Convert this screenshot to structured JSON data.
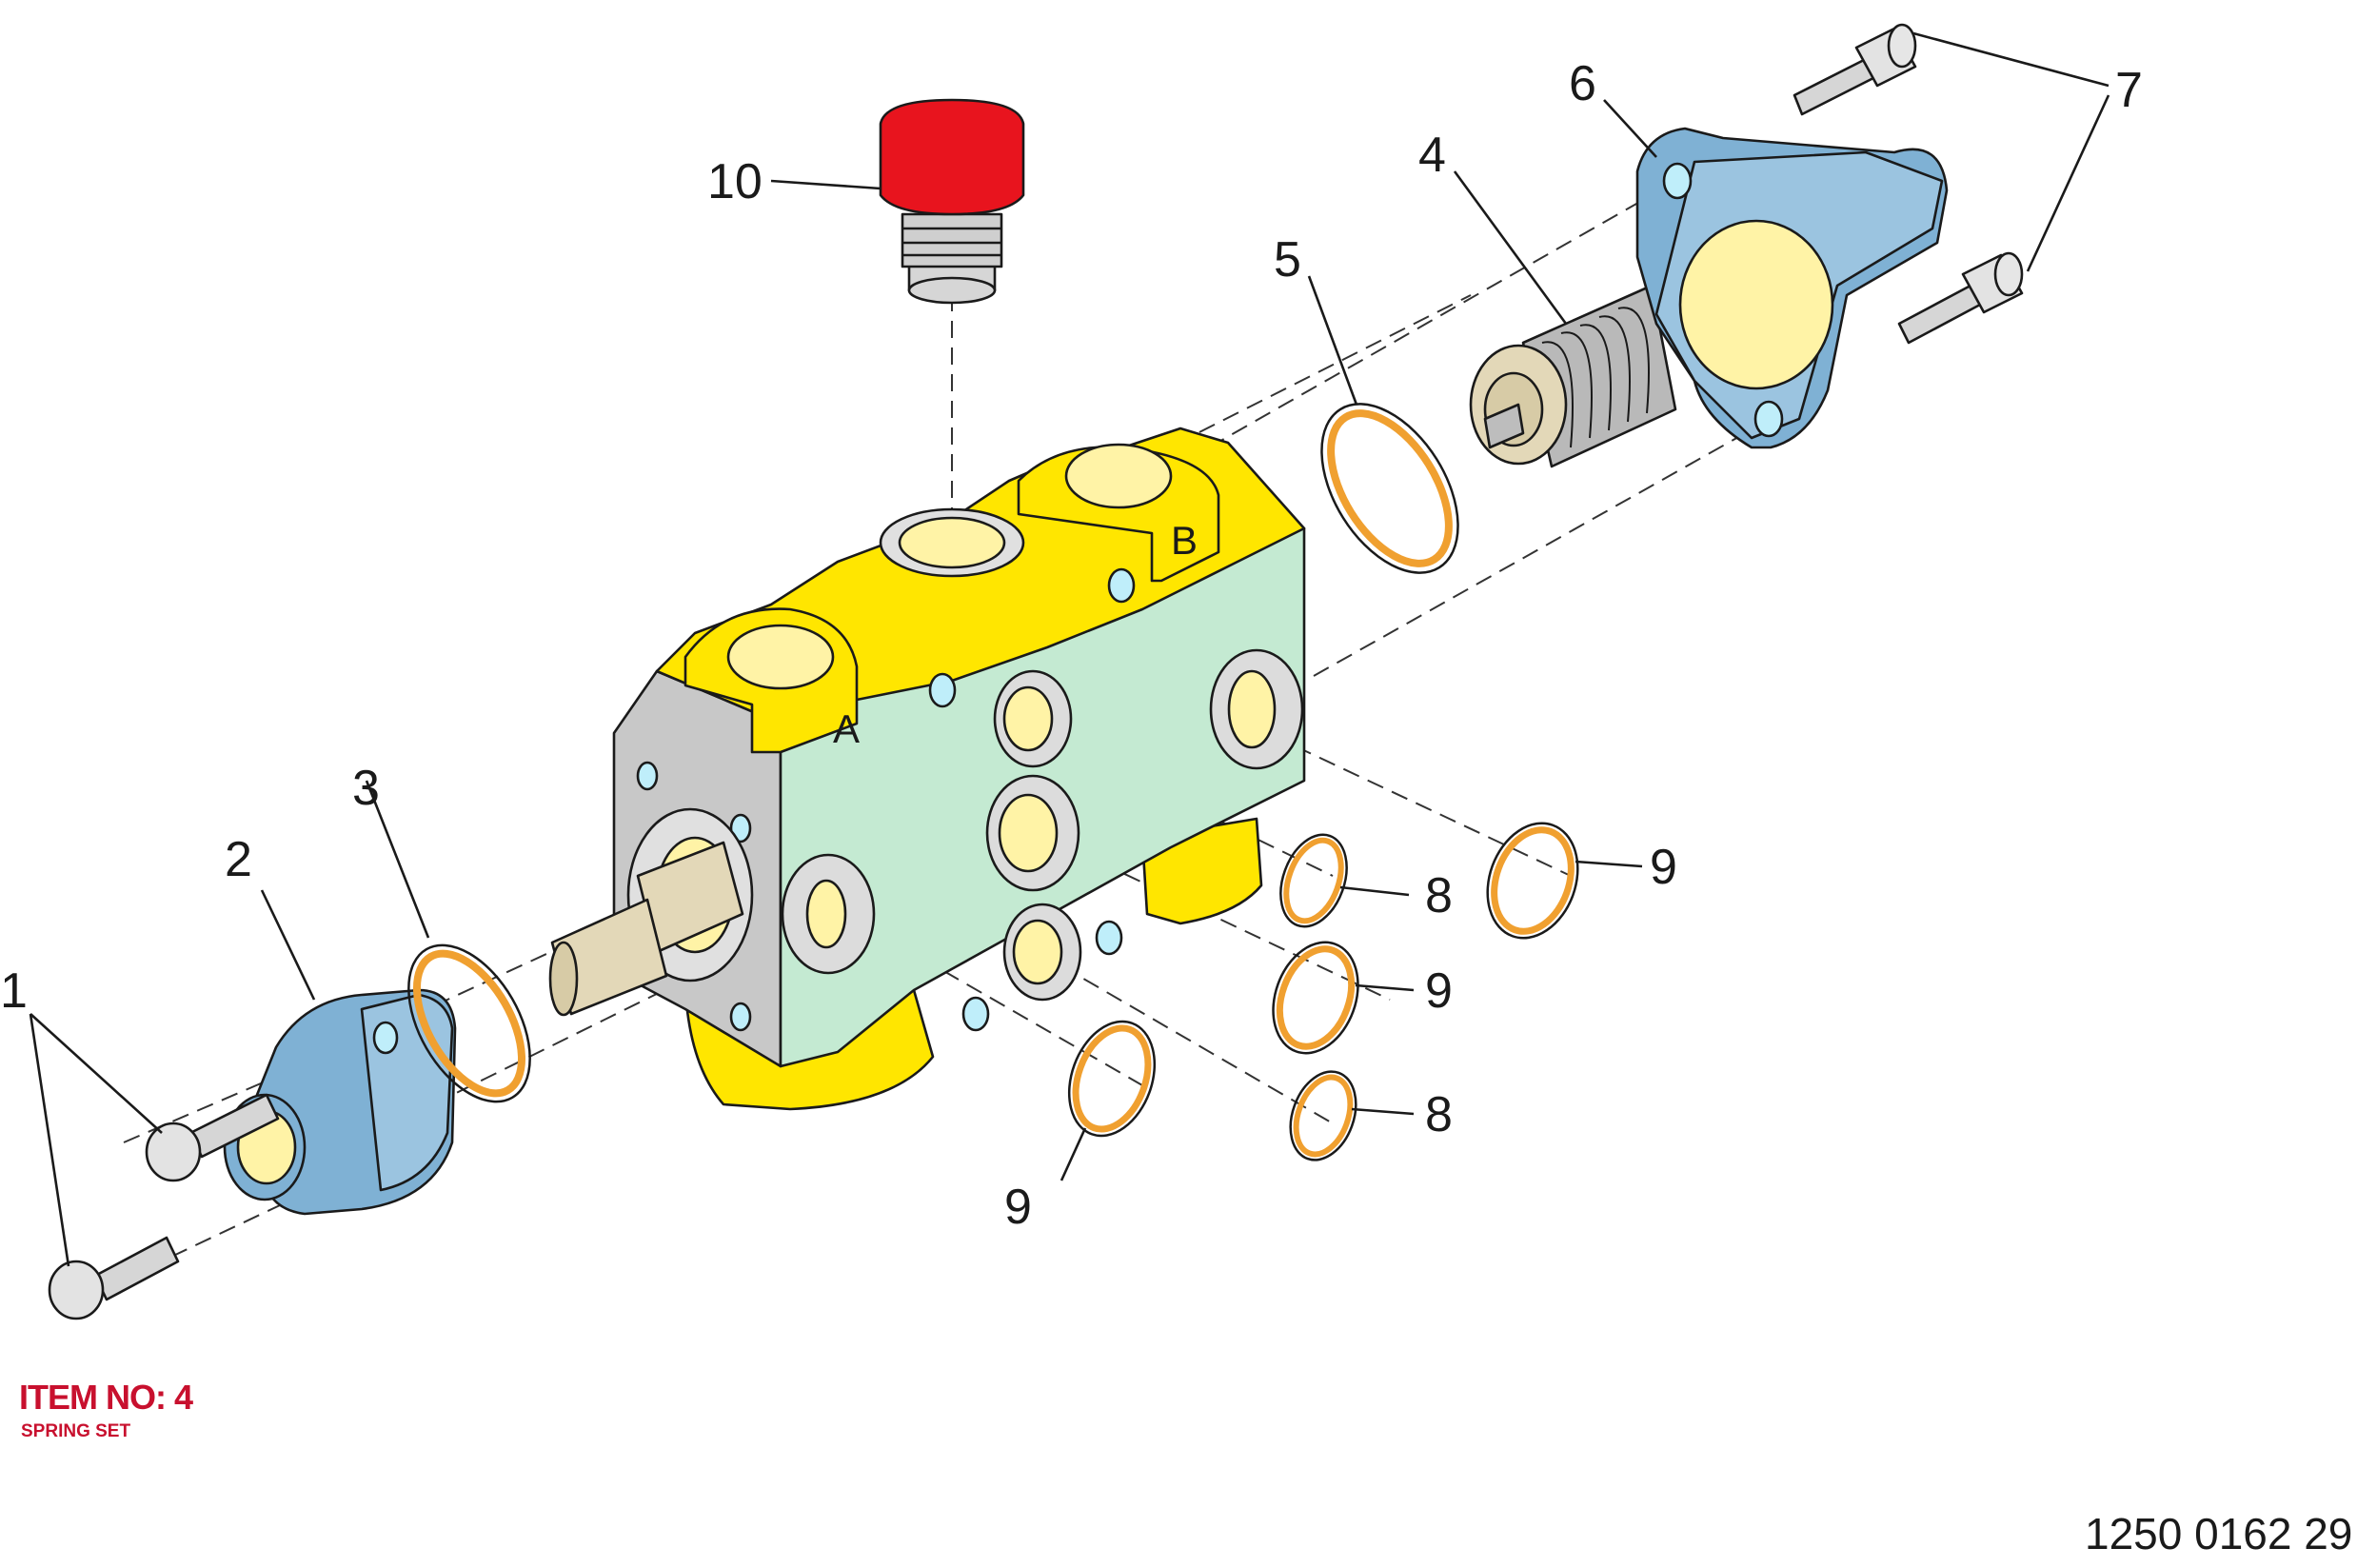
{
  "item": {
    "number_label": "ITEM NO: 4",
    "description": "SPRING SET"
  },
  "drawing_number": "1250 0162 29",
  "port_labels": {
    "a": "A",
    "b": "B"
  },
  "callouts": {
    "c1": "1",
    "c2": "2",
    "c3": "3",
    "c4": "4",
    "c5": "5",
    "c6": "6",
    "c7": "7",
    "c10": "10",
    "c8a": "8",
    "c8b": "8",
    "c9a": "9",
    "c9b": "9",
    "c9c": "9"
  },
  "colors": {
    "valve_top": "#ffe600",
    "valve_face": "#c4ead2",
    "valve_side": "#c8c8c8",
    "cover": "#7fb1d4",
    "seal": "#f0a030",
    "plug_cap": "#e8141e",
    "spring": "#b9b9b9",
    "spool": "#e3d8b8",
    "item_text": "#c8102e"
  }
}
